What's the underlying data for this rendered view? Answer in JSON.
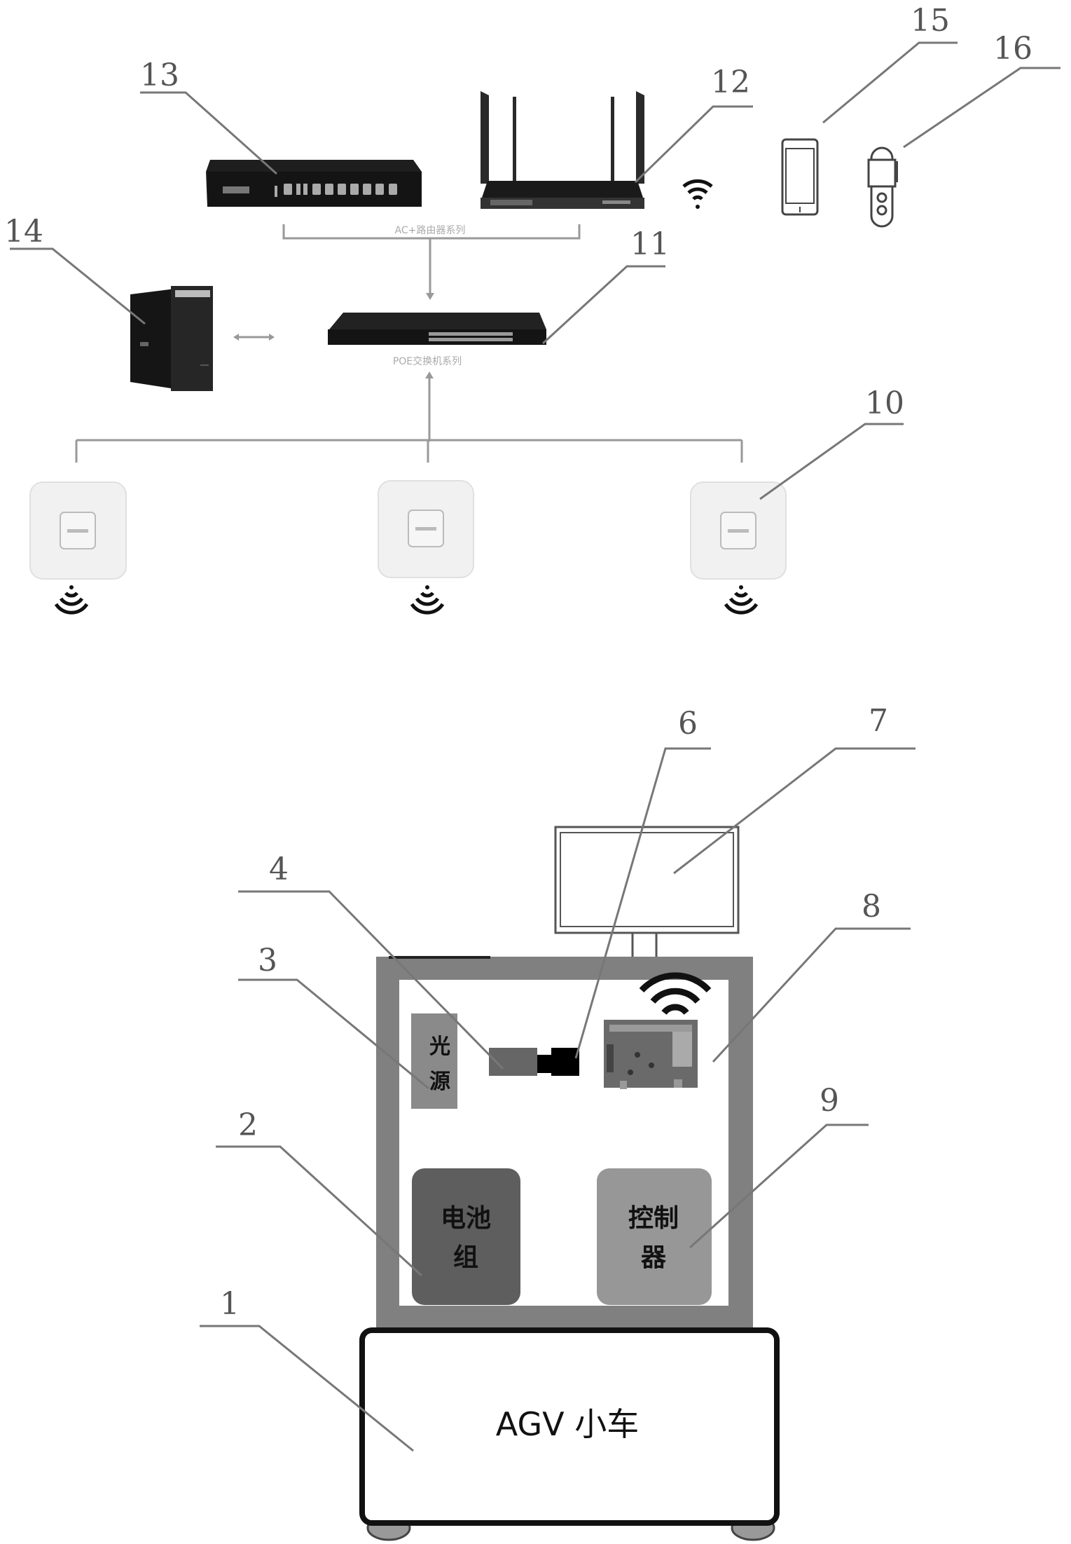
{
  "network": {
    "ac_router_caption": "AC+路由器系列",
    "poe_switch_caption": "POE交换机系列",
    "devices": [
      {
        "id": "10",
        "name": "wireless-access-point"
      },
      {
        "id": "11",
        "name": "poe-switch"
      },
      {
        "id": "12",
        "name": "wireless-router"
      },
      {
        "id": "13",
        "name": "ac-controller"
      },
      {
        "id": "14",
        "name": "server-computer"
      },
      {
        "id": "15",
        "name": "mobile-phone"
      },
      {
        "id": "16",
        "name": "handheld-remote"
      }
    ]
  },
  "cart": {
    "light_source_label": [
      "光",
      "源"
    ],
    "battery_label": [
      "电池",
      "组"
    ],
    "controller_label": [
      "控制",
      "器"
    ],
    "agv_label": "AGV 小车",
    "parts": [
      {
        "id": "1",
        "name": "agv-cart"
      },
      {
        "id": "2",
        "name": "battery-pack"
      },
      {
        "id": "3",
        "name": "light-source"
      },
      {
        "id": "4",
        "name": "camera-body"
      },
      {
        "id": "5",
        "name": "camera-lens"
      },
      {
        "id": "6",
        "name": "camera"
      },
      {
        "id": "7",
        "name": "display-screen"
      },
      {
        "id": "8",
        "name": "circuit-board"
      },
      {
        "id": "9",
        "name": "controller"
      }
    ]
  },
  "labels": {
    "n1": "1",
    "n2": "2",
    "n3": "3",
    "n4": "4",
    "n6": "6",
    "n7": "7",
    "n8": "8",
    "n9": "9",
    "n10": "10",
    "n11": "11",
    "n12": "12",
    "n13": "13",
    "n14": "14",
    "n15": "15",
    "n16": "16"
  },
  "colors": {
    "frame": "#808080",
    "battery": "#5e5e5e",
    "controller": "#979797",
    "light_source": "#8a8a8a",
    "device_dark": "#1c1c1c"
  }
}
